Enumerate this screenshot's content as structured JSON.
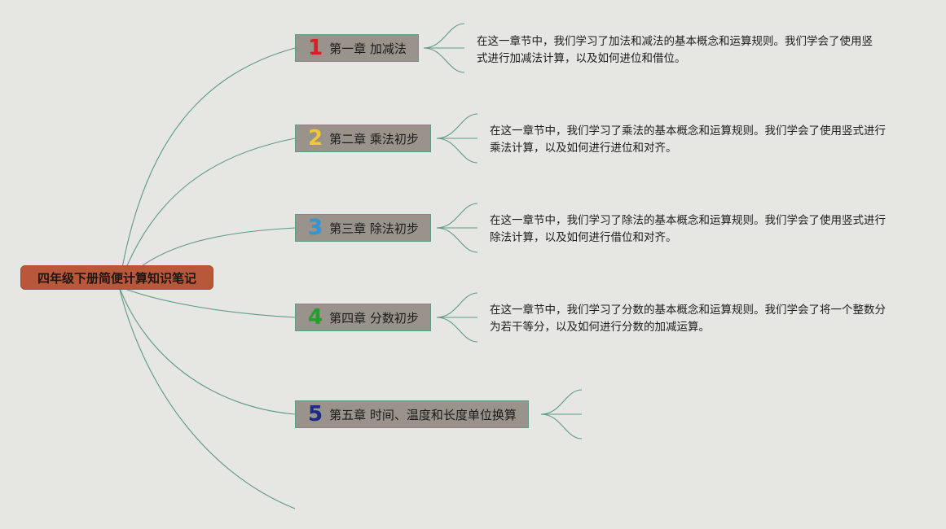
{
  "root": {
    "title": "四年级下册简便计算知识笔记"
  },
  "chapters": [
    {
      "num": "1",
      "num_color": "#e01b2a",
      "title": "第一章 加减法",
      "note": "在这一章节中，我们学习了加法和减法的基本概念和运算规则。我们学会了使用竖式进行加减法计算，以及如何进位和借位。"
    },
    {
      "num": "2",
      "num_color": "#f0c83a",
      "title": "第二章 乘法初步",
      "note": "在这一章节中，我们学习了乘法的基本概念和运算规则。我们学会了使用竖式进行乘法计算，以及如何进行进位和对齐。"
    },
    {
      "num": "3",
      "num_color": "#2f96d8",
      "title": "第三章 除法初步",
      "note": "在这一章节中，我们学习了除法的基本概念和运算规则。我们学会了使用竖式进行除法计算，以及如何进行借位和对齐。"
    },
    {
      "num": "4",
      "num_color": "#21a02c",
      "title": "第四章 分数初步",
      "note": "在这一章节中，我们学习了分数的基本概念和运算规则。我们学会了将一个整数分为若干等分，以及如何进行分数的加减运算。"
    },
    {
      "num": "5",
      "num_color": "#1d2b86",
      "title": "第五章 时间、温度和长度单位换算",
      "note": ""
    }
  ],
  "colors": {
    "line": "#5e9a86",
    "root_bg": "#b9573a",
    "chapter_bg": "#9a938b",
    "background": "#e6e6e3"
  }
}
